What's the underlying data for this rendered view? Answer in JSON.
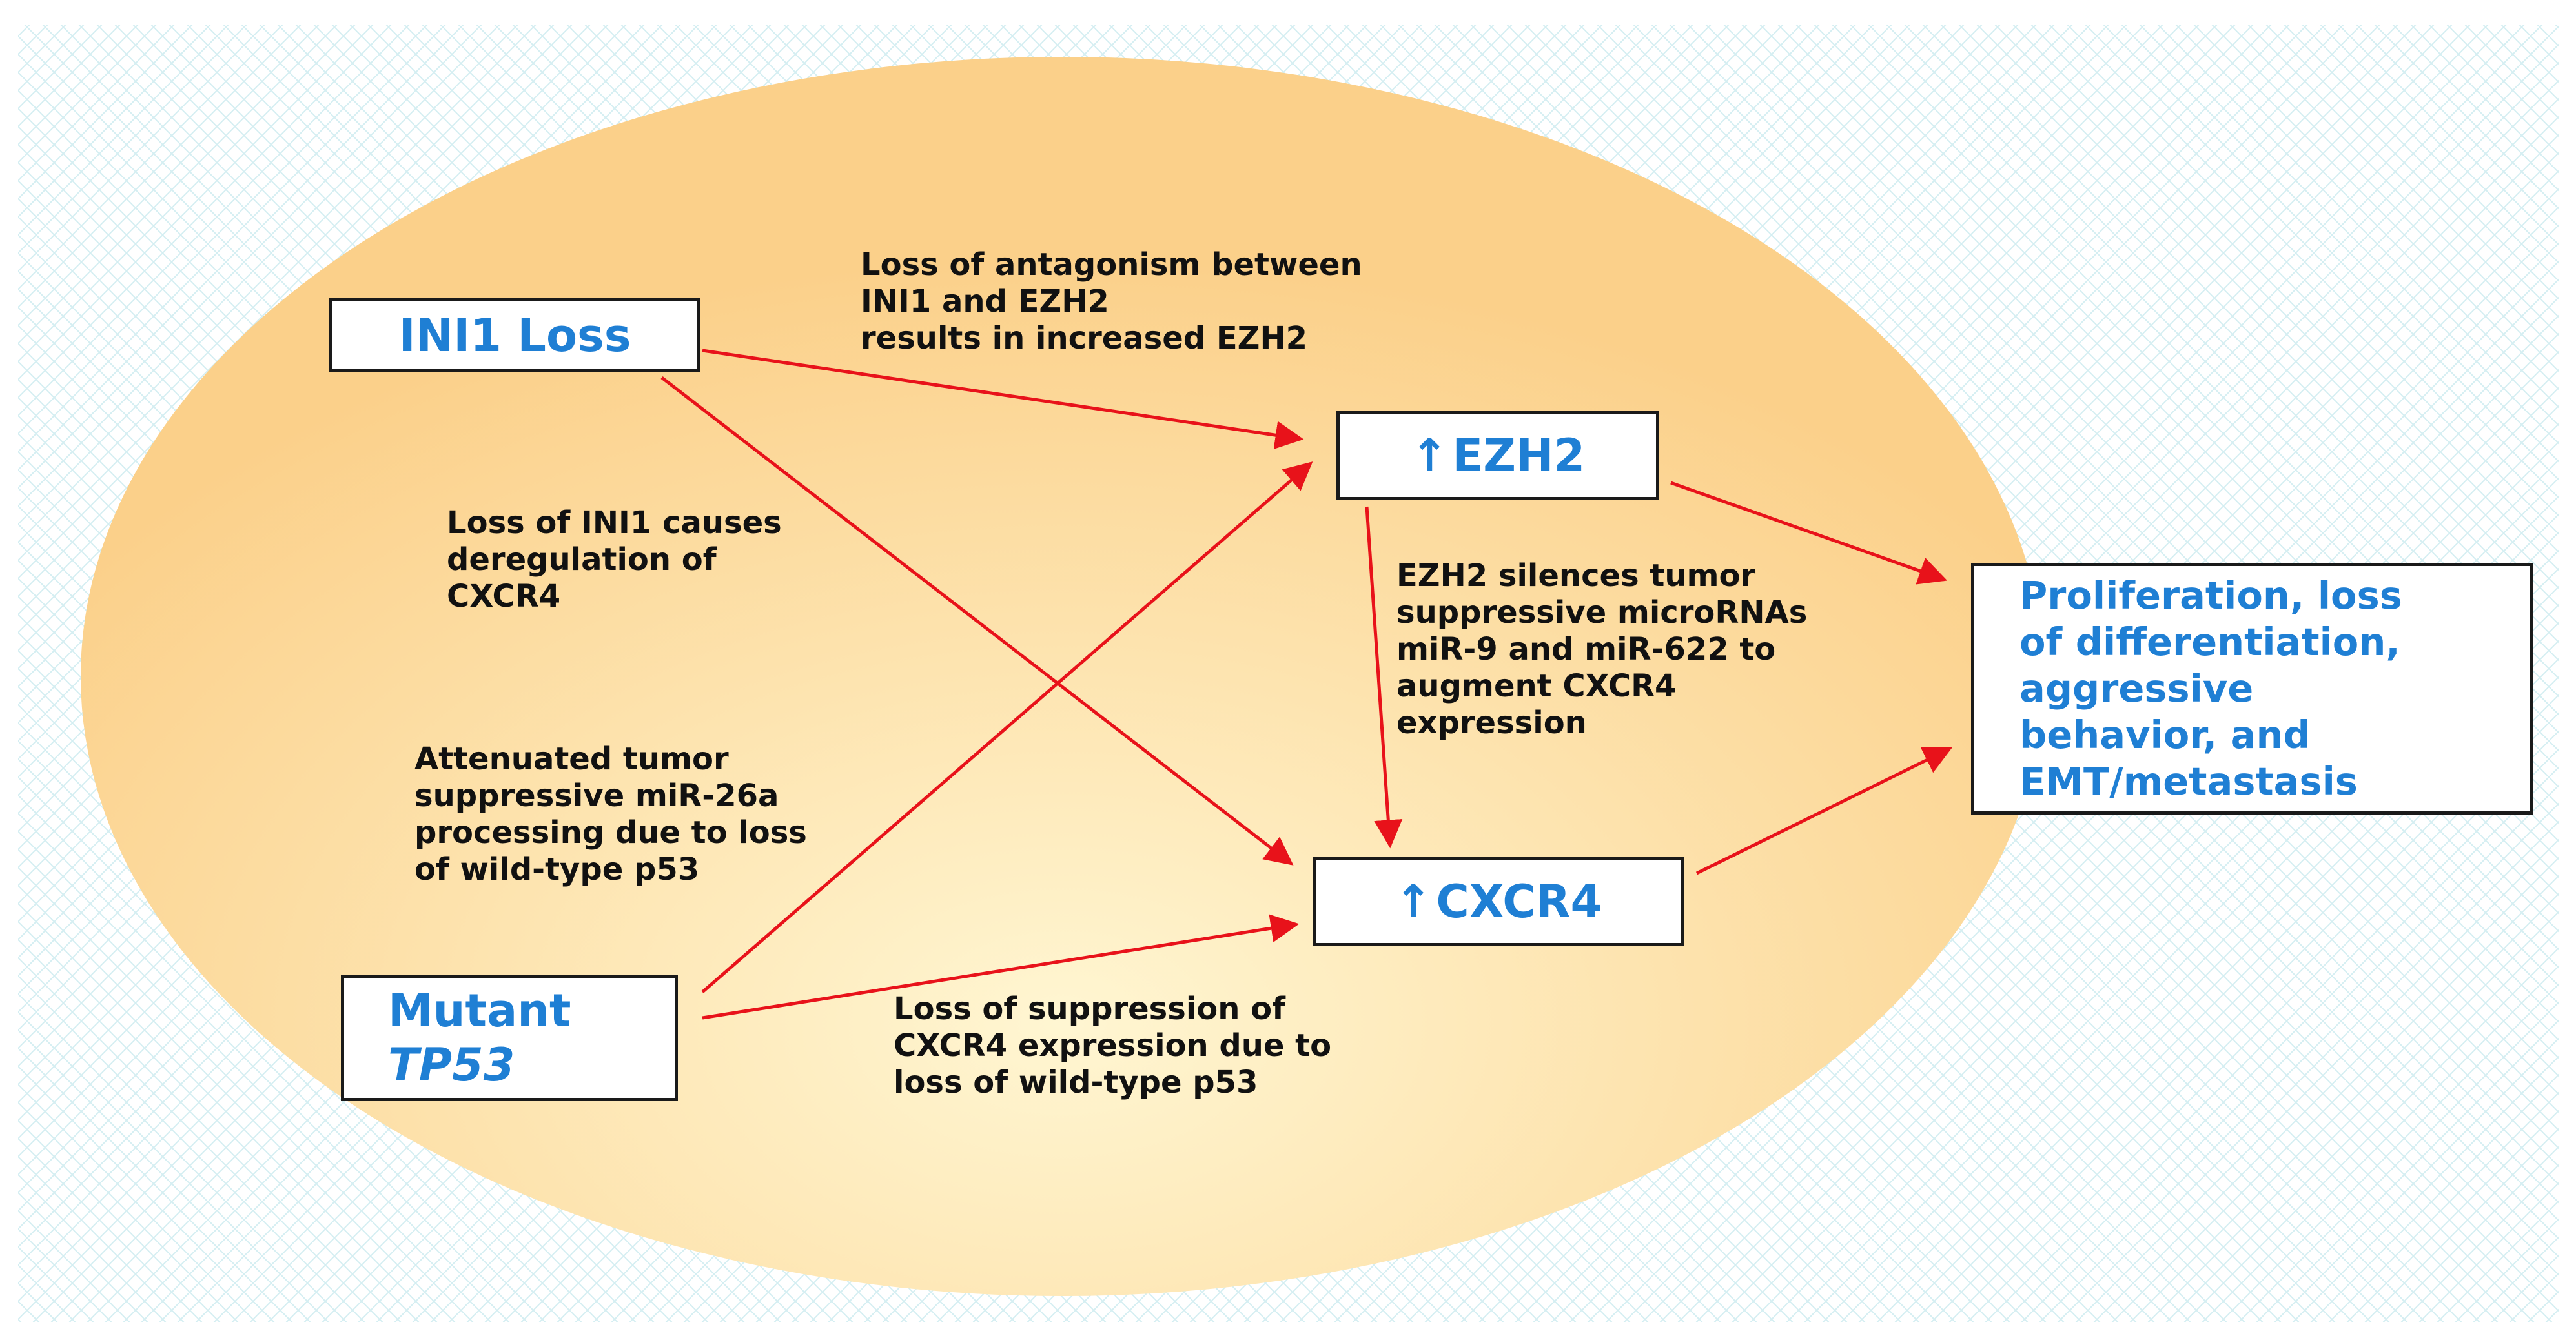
{
  "colors": {
    "ellipse_fill_light": "#fff6d2",
    "ellipse_fill_dark": "#fbd08a",
    "arrow": "#e8121a",
    "node_text": "#1f7fd4",
    "label_text": "#111111",
    "background_pattern": "#d4eef2"
  },
  "nodes": {
    "ini1_loss": "INI1 Loss",
    "ezh2": {
      "arrow": "↑",
      "label": "EZH2"
    },
    "cxcr4": {
      "arrow": "↑",
      "label": "CXCR4"
    },
    "mutant_tp53": {
      "line1": "Mutant",
      "line2": "TP53"
    },
    "outcome": {
      "lines": [
        "Proliferation, loss",
        "of differentiation,",
        "aggressive",
        "behavior, and",
        "EMT/metastasis"
      ]
    }
  },
  "labels": {
    "antagonism": [
      "Loss of antagonism between",
      "INI1 and EZH2",
      "results in increased EZH2"
    ],
    "ini1_cxcr4": [
      "Loss of INI1 causes",
      "deregulation of",
      "CXCR4"
    ],
    "ezh2_silences": [
      "EZH2 silences tumor",
      "suppressive microRNAs",
      "miR-9 and miR-622 to",
      "augment CXCR4",
      "expression"
    ],
    "mir26a": [
      "Attenuated tumor",
      "suppressive miR-26a",
      "processing due to loss",
      "of wild-type p53"
    ],
    "cxcr4_suppression": [
      "Loss of suppression of",
      "CXCR4 expression due to",
      "loss of wild-type p53"
    ]
  }
}
